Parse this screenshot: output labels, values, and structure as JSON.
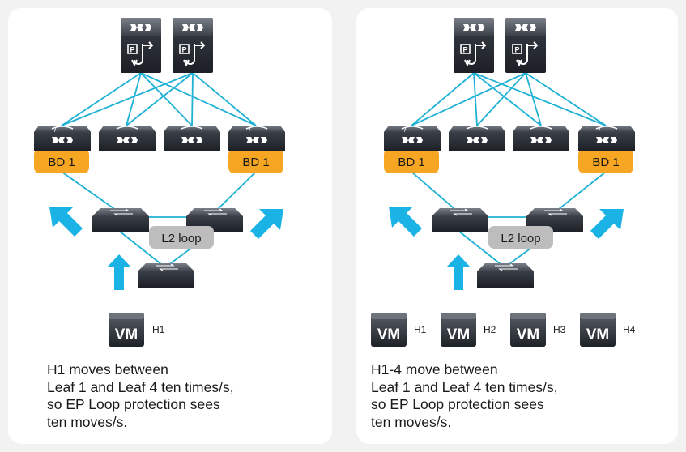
{
  "left_scenario": {
    "bd_labels": [
      "BD 1",
      "BD 1"
    ],
    "loop_label": "L2 loop",
    "vms": [
      {
        "tag": "VM",
        "host": "H1"
      }
    ],
    "caption": "H1 moves between\nLeaf 1 and Leaf 4 ten times/s,\nso EP Loop protection sees\nten moves/s."
  },
  "right_scenario": {
    "bd_labels": [
      "BD 1",
      "BD 1"
    ],
    "loop_label": "L2 loop",
    "vms": [
      {
        "tag": "VM",
        "host": "H1"
      },
      {
        "tag": "VM",
        "host": "H2"
      },
      {
        "tag": "VM",
        "host": "H3"
      },
      {
        "tag": "VM",
        "host": "H4"
      }
    ],
    "caption": "H1-4 move between\nLeaf 1 and Leaf 4 ten times/s,\nso EP Loop protection sees\nten moves/s."
  },
  "colors": {
    "panel": "#ffffff",
    "link": "#1fb1d4",
    "arrow": "#1bb3e6",
    "bd_fill": "#f6a623",
    "loop_fill": "#bdbdbd",
    "device_dark": "#252930"
  },
  "icons": [
    "spine-switch-icon",
    "leaf-switch-icon",
    "access-switch-icon",
    "vm-icon",
    "move-arrow-icon"
  ]
}
